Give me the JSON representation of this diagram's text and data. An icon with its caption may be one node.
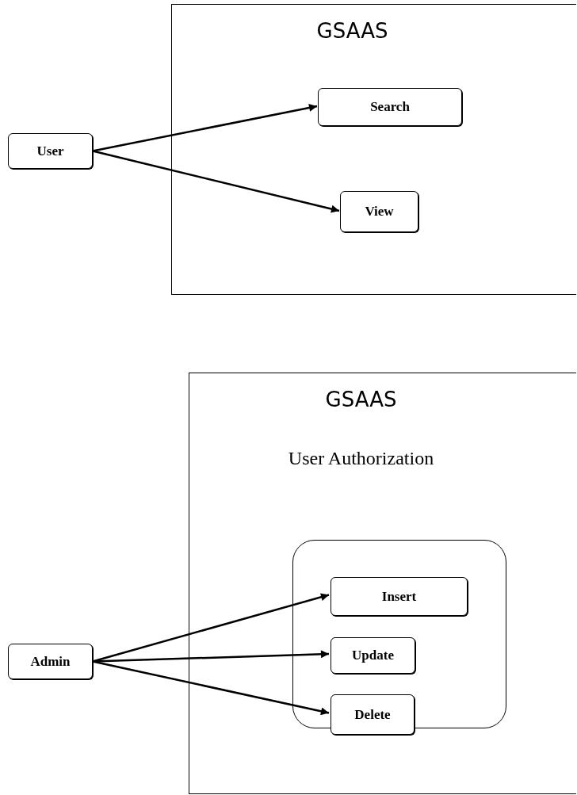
{
  "diagram": {
    "nodes": [
      {
        "text": [
          "GSAAS"
        ]
      },
      {
        "text": [
          "User"
        ]
      },
      {
        "text": [
          "Search"
        ],
        "in": 0
      },
      {
        "text": [
          "View"
        ],
        "in": 0
      },
      {
        "text": [
          "GSAAS",
          "User Authorization"
        ]
      },
      {
        "text": [
          "Admin"
        ]
      },
      {
        "text": [],
        "shape": "box",
        "in": 4
      },
      {
        "text": [
          "Insert"
        ],
        "in": 6
      },
      {
        "text": [
          "Update"
        ],
        "in": 6
      },
      {
        "text": [
          "Delete"
        ],
        "in": 6
      }
    ],
    "edges": [
      {
        "from": 1,
        "to": 2,
        "arrow": "to"
      },
      {
        "from": 1,
        "to": 3,
        "arrow": "to"
      },
      {
        "from": 5,
        "to": 7,
        "arrow": "to"
      },
      {
        "from": 5,
        "to": 8,
        "arrow": "to"
      },
      {
        "from": 5,
        "to": 9,
        "arrow": "to"
      }
    ]
  }
}
